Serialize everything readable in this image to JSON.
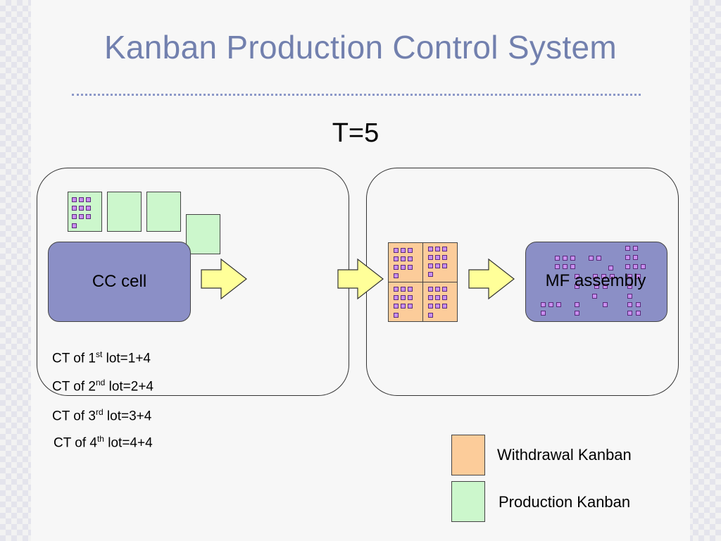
{
  "slide": {
    "title": "Kanban Production Control System",
    "time_label": "T=5"
  },
  "stages": {
    "left": {
      "process_label": "CC cell"
    },
    "right": {
      "process_label": "MF assembly"
    }
  },
  "cycle_times": [
    {
      "prefix": "CT of ",
      "ordinal": "1",
      "suffix": "st",
      "rest": " lot=1+4"
    },
    {
      "prefix": "CT of ",
      "ordinal": "2",
      "suffix": "nd",
      "rest": " lot=2+4"
    },
    {
      "prefix": "CT of ",
      "ordinal": "3",
      "suffix": "rd",
      "rest": " lot=3+4"
    },
    {
      "prefix": "CT of ",
      "ordinal": "4",
      "suffix": "th",
      "rest": " lot=4+4"
    }
  ],
  "legend": {
    "withdrawal": "Withdrawal Kanban",
    "production": "Production Kanban"
  },
  "colors": {
    "title": "#7280ae",
    "process_fill": "#8b8fc6",
    "withdrawal_kanban": "#fccc9a",
    "production_kanban": "#ccf7cc",
    "arrow_fill": "#ffff99",
    "item_fill": "#c98ef0"
  }
}
